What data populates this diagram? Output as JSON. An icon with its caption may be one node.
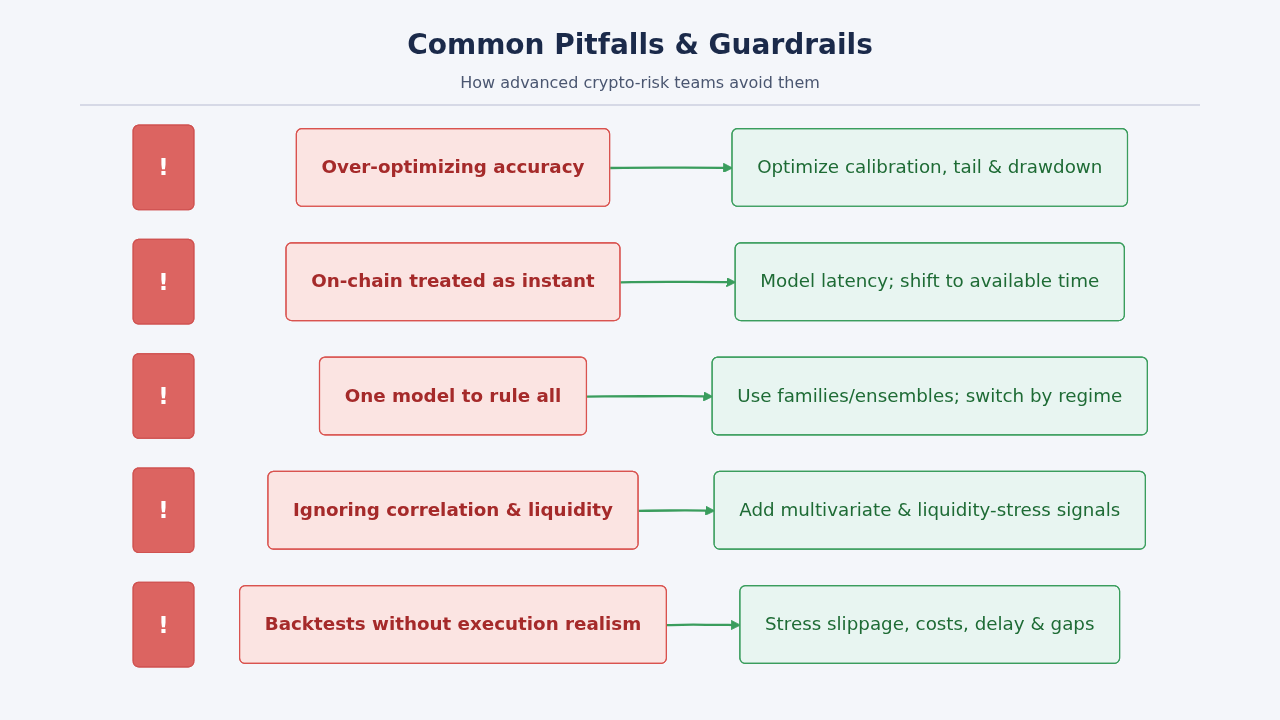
{
  "diagram": {
    "title": "Common Pitfalls & Guardrails",
    "nodes": [
      {
        "text": [
          "!"
        ]
      },
      {
        "text": [
          "Over-optimizing accuracy"
        ]
      },
      {
        "text": [
          "Optimize calibration, tail & drawdown"
        ]
      },
      {
        "text": [
          "!"
        ]
      },
      {
        "text": [
          "On-chain treated as instant"
        ]
      },
      {
        "text": [
          "Model latency; shift to available time"
        ]
      },
      {
        "text": [
          "!"
        ]
      },
      {
        "text": [
          "One model to rule all"
        ]
      },
      {
        "text": [
          "Use families/ensembles; switch by regime"
        ]
      },
      {
        "text": [
          "!"
        ]
      },
      {
        "text": [
          "Ignoring correlation & liquidity"
        ]
      },
      {
        "text": [
          "Add multivariate & liquidity-stress signals"
        ]
      },
      {
        "text": [
          "!"
        ]
      },
      {
        "text": [
          "Backtests without execution realism"
        ]
      },
      {
        "text": [
          "Stress slippage, costs, delay & gaps"
        ]
      }
    ],
    "edges": [
      {
        "from": 1,
        "to": 2,
        "arrow": "to"
      },
      {
        "from": 4,
        "to": 5,
        "arrow": "to"
      },
      {
        "from": 7,
        "to": 8,
        "arrow": "to"
      },
      {
        "from": 10,
        "to": 11,
        "arrow": "to"
      },
      {
        "from": 13,
        "to": 14,
        "arrow": "to"
      }
    ],
    "labels": [
      "How advanced crypto-risk teams avoid them"
    ]
  }
}
